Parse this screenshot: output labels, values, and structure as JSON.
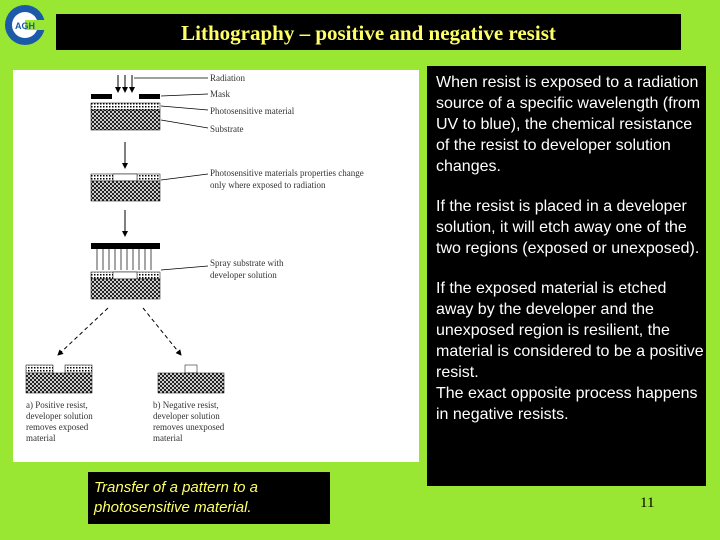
{
  "logo": {
    "text": "AGH"
  },
  "title": "Lithography – positive and negative resist",
  "figure": {
    "labels": {
      "radiation": "Radiation",
      "mask": "Mask",
      "photosensitive": "Photosensitive material",
      "substrate": "Substrate",
      "change_line1": "Photosensitive materials properties change",
      "change_line2": "only where exposed to radiation",
      "spray_line1": "Spray substrate with",
      "spray_line2": "developer solution",
      "pos_line1": "a) Positive resist,",
      "pos_line2": "developer solution",
      "pos_line3": "removes exposed",
      "pos_line4": "material",
      "neg_line1": "b) Negative resist,",
      "neg_line2": "developer solution",
      "neg_line3": "removes unexposed",
      "neg_line4": "material"
    }
  },
  "caption": "Transfer of a pattern to a photosensitive material.",
  "paragraphs": [
    "When resist is exposed to a radiation source of a specific wavelength (from UV to blue), the chemical resistance of the resist to developer solution changes.",
    "If the resist is placed in a developer solution, it will etch away one of the two regions (exposed or unexposed).",
    "If the exposed material is etched away by the developer and the unexposed region is resilient, the material is considered to be a positive resist.",
    "The exact opposite process happens in negative resists."
  ],
  "page_number": "11",
  "colors": {
    "background": "#99e633",
    "title_text": "#ffff66",
    "panel": "#000000"
  }
}
